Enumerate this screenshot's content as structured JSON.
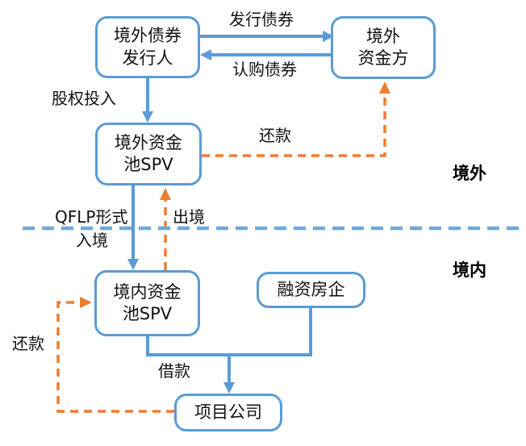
{
  "diagram": {
    "nodes": {
      "offshore_bond_issuer": "境外债券\n发行人",
      "offshore_funder": "境外\n资金方",
      "offshore_pool_spv": "境外资金\n池SPV",
      "onshore_pool_spv": "境内资金\n池SPV",
      "financing_developer": "融资房企",
      "project_company": "项目公司"
    },
    "edge_labels": {
      "issue_bond": "发行债券",
      "subscribe_bond": "认购债券",
      "equity_injection": "股权投入",
      "repayment_offshore": "还款",
      "qflp_mode": "QFLP形式",
      "inbound": "入境",
      "outbound": "出境",
      "loan": "借款",
      "repayment_onshore": "还款"
    },
    "region_labels": {
      "offshore": "境外",
      "onshore": "境内"
    },
    "colors": {
      "flow_blue": "#5B9BD5",
      "repay_orange": "#ED7D31",
      "boundary_dash_blue": "#6FA8DC"
    }
  }
}
